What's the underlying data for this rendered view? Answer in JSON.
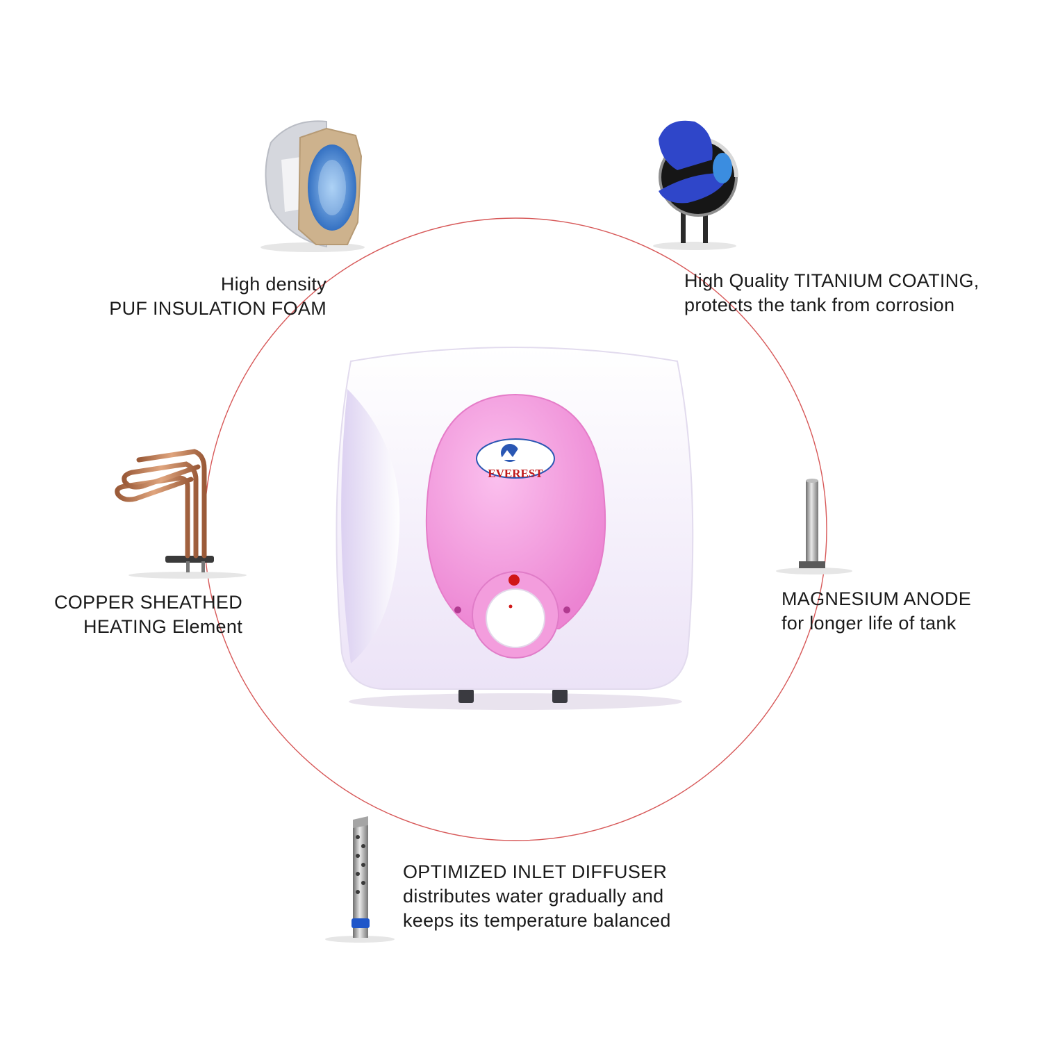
{
  "brand": {
    "logo_text": "EVEREST"
  },
  "colors": {
    "ring": "#d34646",
    "panel_pink": "#f08fd6",
    "body_white": "#f4eefb"
  },
  "features": [
    {
      "line1": "High density",
      "line2": "PUF INSULATION FOAM",
      "icon": "insulation-foam-icon"
    },
    {
      "line1": "High Quality TITANIUM COATING,",
      "line2": "protects the tank from corrosion",
      "icon": "titanium-tank-icon"
    },
    {
      "line1": "COPPER SHEATHED",
      "line2": "HEATING Element",
      "icon": "copper-heating-element-icon"
    },
    {
      "line1": "MAGNESIUM ANODE",
      "line2": "for longer life of tank",
      "icon": "magnesium-anode-icon"
    },
    {
      "line1": "OPTIMIZED INLET DIFFUSER",
      "line2": "distributes water gradually and",
      "line3": "keeps its temperature balanced",
      "icon": "inlet-diffuser-icon"
    }
  ]
}
